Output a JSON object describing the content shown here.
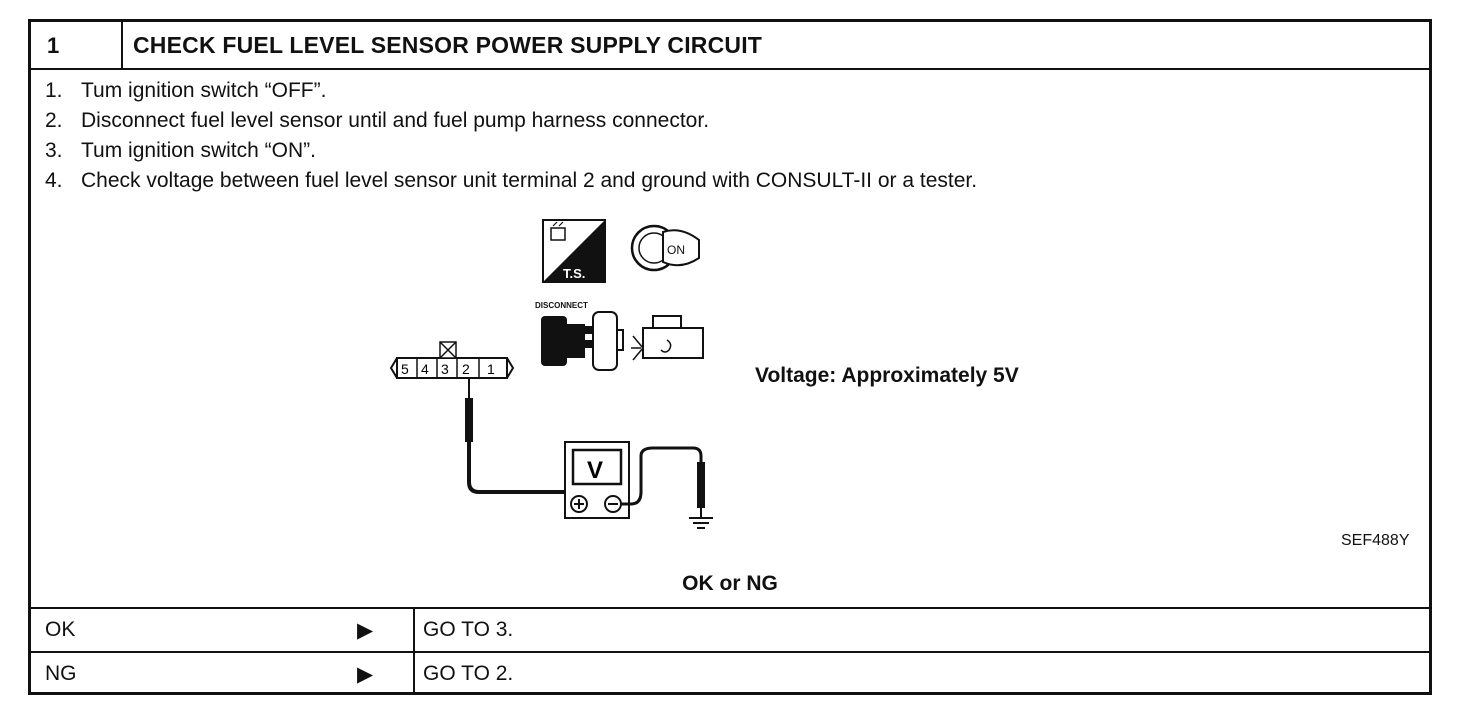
{
  "step": {
    "number": "1",
    "title": "CHECK FUEL LEVEL SENSOR POWER SUPPLY CIRCUIT"
  },
  "instructions": [
    {
      "num": "1.",
      "text": "Tum ignition switch “OFF”."
    },
    {
      "num": "2.",
      "text": "Disconnect fuel level sensor until and fuel pump harness connector."
    },
    {
      "num": "3.",
      "text": "Tum ignition switch “ON”."
    },
    {
      "num": "4.",
      "text": "Check voltage between fuel level sensor unit terminal 2 and ground with CONSULT-II or a tester."
    }
  ],
  "diagram": {
    "connector_pins": [
      "5",
      "4",
      "3",
      "2",
      "1"
    ],
    "ts_label": "T.S.",
    "ignition_label": "ON",
    "disconnect_label": "DISCONNECT",
    "meter_label": "V",
    "voltage_spec": "Voltage: Approximately 5V",
    "figure_ref": "SEF488Y",
    "icons": [
      "tester-ts-icon",
      "ignition-key-on-icon",
      "disconnect-connector-icon",
      "fuel-tank-unit-icon",
      "voltmeter-icon",
      "ground-icon"
    ]
  },
  "result": {
    "heading": "OK or NG",
    "rows": [
      {
        "label": "OK",
        "arrow": "▶",
        "action": "GO TO 3."
      },
      {
        "label": "NG",
        "arrow": "▶",
        "action": "GO TO 2."
      }
    ]
  }
}
